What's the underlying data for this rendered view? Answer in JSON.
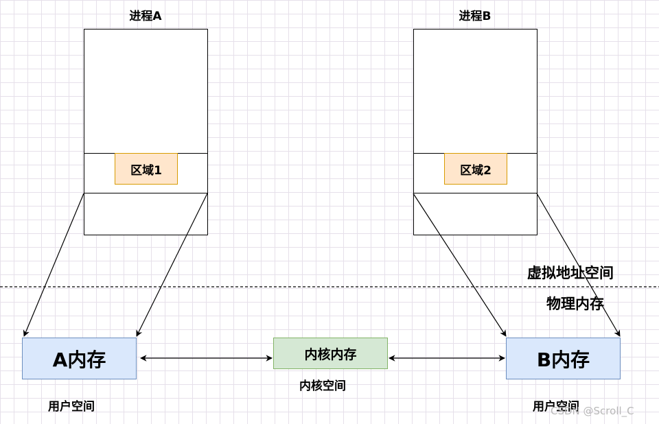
{
  "process_a": {
    "title": "进程A",
    "region_label": "区域1"
  },
  "process_b": {
    "title": "进程B",
    "region_label": "区域2"
  },
  "memory": {
    "a_label": "A内存",
    "kernel_label": "内核内存",
    "b_label": "B内存"
  },
  "labels": {
    "virtual_space": "虚拟地址空间",
    "physical_memory": "物理内存",
    "user_space_left": "用户空间",
    "kernel_space": "内核空间",
    "user_space_right": "用户空间"
  },
  "watermark": "CSDN @Scroll_C"
}
